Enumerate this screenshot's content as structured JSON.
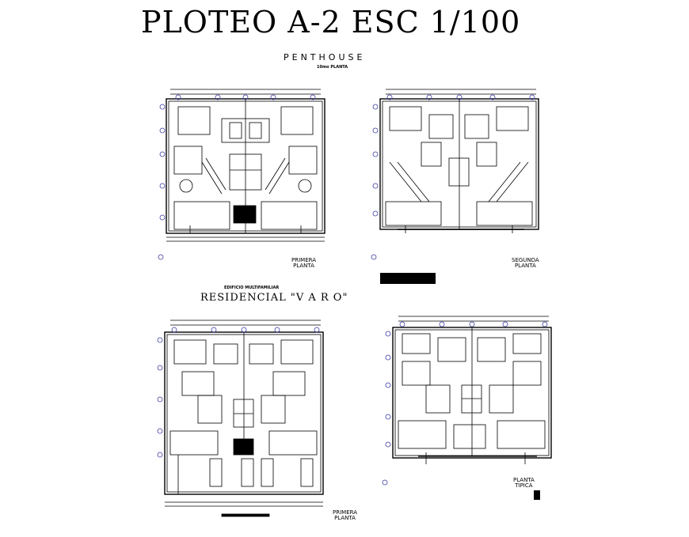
{
  "header": {
    "title": "PLOTEO A-2  ESC 1/100",
    "subtitle": "PENTHOUSE",
    "sub_small": "10mo PLANTA"
  },
  "project": {
    "label": "EDIFICIO MULTIFAMILIAR",
    "name": "RESIDENCIAL \"V A R O\""
  },
  "plans": [
    {
      "id": "penthouse-first",
      "label_line1": "PRIMERA",
      "label_line2": "PLANTA"
    },
    {
      "id": "penthouse-second",
      "label_line1": "SEGUNDA",
      "label_line2": "PLANTA"
    },
    {
      "id": "ground-floor",
      "label_line1": "PRIMERA",
      "label_line2": "PLANTA"
    },
    {
      "id": "typical-floor",
      "label_line1": "PLANTA",
      "label_line2": "TIPICA"
    }
  ],
  "colors": {
    "ink": "#000000",
    "paper": "#ffffff",
    "axis": "#3a3aa0"
  }
}
